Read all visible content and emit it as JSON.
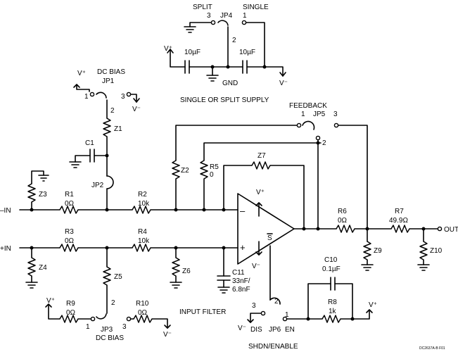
{
  "supply": {
    "split_label": "SPLIT",
    "single_label": "SINGLE",
    "jumper": "JP4",
    "pin1": "1",
    "pin2": "2",
    "pin3": "3",
    "cap_left": "10µF",
    "cap_right": "10µF",
    "gnd": "GND",
    "vplus": "V⁺",
    "vminus": "V⁻",
    "caption": "SINGLE OR SPLIT SUPPLY"
  },
  "dc_bias_top": {
    "vplus": "V⁺",
    "label": "DC BIAS",
    "jumper": "JP1",
    "pin1": "1",
    "pin2": "2",
    "pin3": "3",
    "vminus": "V⁻"
  },
  "inputs": {
    "inverting": "–IN",
    "noninverting": "+IN"
  },
  "components": {
    "c1": "C1",
    "z1": "Z1",
    "z2": "Z2",
    "z3": "Z3",
    "z4": "Z4",
    "z5": "Z5",
    "z6": "Z6",
    "z7": "Z7",
    "z9": "Z9",
    "z10": "Z10",
    "jp2": "JP2",
    "r1": "R1",
    "r1_val": "0Ω",
    "r2": "R2",
    "r2_val": "10k",
    "r3": "R3",
    "r3_val": "0Ω",
    "r4": "R4",
    "r4_val": "10k",
    "r5": "R5",
    "r5_val": "0",
    "r6": "R6",
    "r6_val": "0Ω",
    "r7": "R7",
    "r7_val": "49.9Ω",
    "r8": "R8",
    "r8_val": "1k",
    "r9": "R9",
    "r9_val": "0Ω",
    "r10": "R10",
    "r10_val": "0Ω",
    "c10": "C10",
    "c10_val": "0.1µF",
    "c11": "C11",
    "c11_val1": "33nF/",
    "c11_val2": "6.8nF"
  },
  "feedback": {
    "label": "FEEDBACK",
    "jumper": "JP5",
    "pin1": "1",
    "pin2": "2",
    "pin3": "3"
  },
  "opamp": {
    "minus": "–",
    "plus": "+",
    "vplus": "V⁺",
    "vminus": "V⁻",
    "shdn": "S"
  },
  "output": {
    "label": "OUT"
  },
  "dc_bias_bottom": {
    "vplus": "V⁺",
    "jumper": "JP3",
    "label": "DC BIAS",
    "pin1": "1",
    "pin2": "2",
    "pin3": "3",
    "vminus": "V⁻"
  },
  "input_filter": {
    "label": "INPUT FILTER"
  },
  "shdn_enable": {
    "pin1": "1",
    "pin2": "2",
    "pin3": "3",
    "dis": "DIS",
    "jumper": "JP6",
    "en": "EN",
    "vminus": "V⁻",
    "vplus": "V⁺",
    "caption": "SHDN/ENABLE"
  },
  "figure_code": "DC2637A-B F01"
}
